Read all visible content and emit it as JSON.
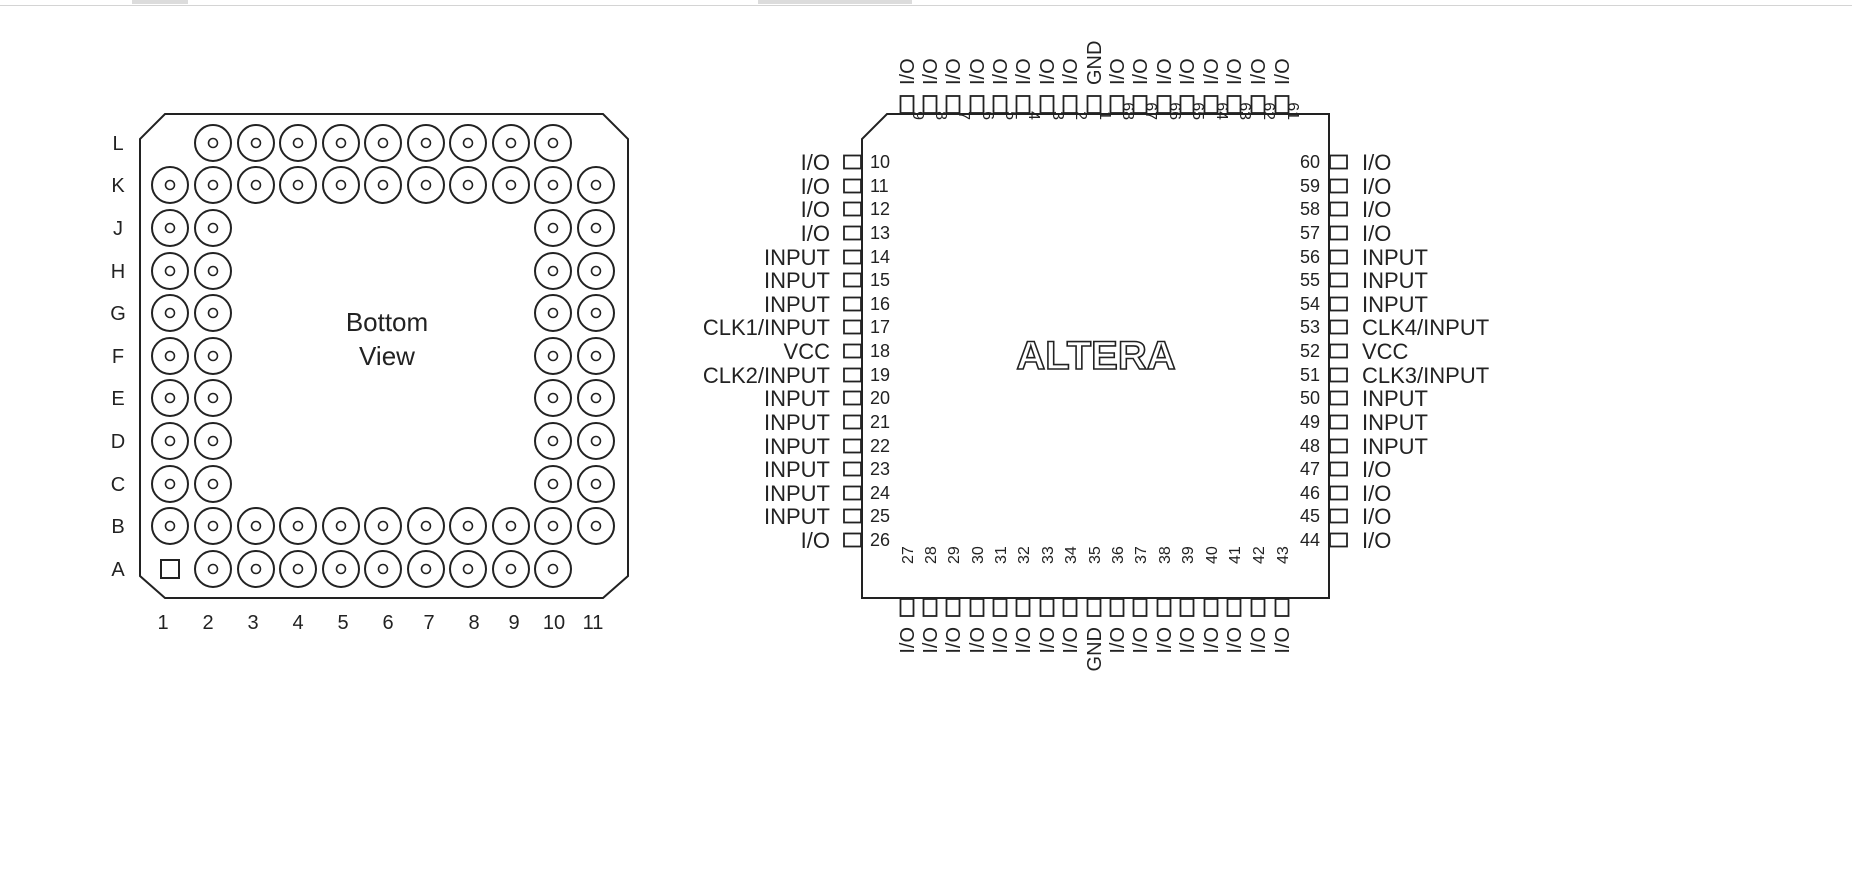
{
  "pga": {
    "center_label_line1": "Bottom",
    "center_label_line2": "View",
    "rows": [
      "L",
      "K",
      "J",
      "H",
      "G",
      "F",
      "E",
      "D",
      "C",
      "B",
      "A"
    ],
    "cols": [
      "1",
      "2",
      "3",
      "4",
      "5",
      "6",
      "7",
      "8",
      "9",
      "10",
      "11"
    ]
  },
  "plcc": {
    "logo_text": "ALTERA",
    "top": [
      [
        "9",
        "I/O"
      ],
      [
        "8",
        "I/O"
      ],
      [
        "7",
        "I/O"
      ],
      [
        "6",
        "I/O"
      ],
      [
        "5",
        "I/O"
      ],
      [
        "4",
        "I/O"
      ],
      [
        "3",
        "I/O"
      ],
      [
        "2",
        "I/O"
      ],
      [
        "1",
        "GND"
      ],
      [
        "68",
        "I/O"
      ],
      [
        "67",
        "I/O"
      ],
      [
        "66",
        "I/O"
      ],
      [
        "65",
        "I/O"
      ],
      [
        "64",
        "I/O"
      ],
      [
        "63",
        "I/O"
      ],
      [
        "62",
        "I/O"
      ],
      [
        "61",
        "I/O"
      ]
    ],
    "left": [
      [
        "10",
        "I/O"
      ],
      [
        "11",
        "I/O"
      ],
      [
        "12",
        "I/O"
      ],
      [
        "13",
        "I/O"
      ],
      [
        "14",
        "INPUT"
      ],
      [
        "15",
        "INPUT"
      ],
      [
        "16",
        "INPUT"
      ],
      [
        "17",
        "CLK1/INPUT"
      ],
      [
        "18",
        "VCC"
      ],
      [
        "19",
        "CLK2/INPUT"
      ],
      [
        "20",
        "INPUT"
      ],
      [
        "21",
        "INPUT"
      ],
      [
        "22",
        "INPUT"
      ],
      [
        "23",
        "INPUT"
      ],
      [
        "24",
        "INPUT"
      ],
      [
        "25",
        "INPUT"
      ],
      [
        "26",
        "I/O"
      ]
    ],
    "right": [
      [
        "60",
        "I/O"
      ],
      [
        "59",
        "I/O"
      ],
      [
        "58",
        "I/O"
      ],
      [
        "57",
        "I/O"
      ],
      [
        "56",
        "INPUT"
      ],
      [
        "55",
        "INPUT"
      ],
      [
        "54",
        "INPUT"
      ],
      [
        "53",
        "CLK4/INPUT"
      ],
      [
        "52",
        "VCC"
      ],
      [
        "51",
        "CLK3/INPUT"
      ],
      [
        "50",
        "INPUT"
      ],
      [
        "49",
        "INPUT"
      ],
      [
        "48",
        "INPUT"
      ],
      [
        "47",
        "I/O"
      ],
      [
        "46",
        "I/O"
      ],
      [
        "45",
        "I/O"
      ],
      [
        "44",
        "I/O"
      ]
    ],
    "bottom": [
      [
        "27",
        "I/O"
      ],
      [
        "28",
        "I/O"
      ],
      [
        "29",
        "I/O"
      ],
      [
        "30",
        "I/O"
      ],
      [
        "31",
        "I/O"
      ],
      [
        "32",
        "I/O"
      ],
      [
        "33",
        "I/O"
      ],
      [
        "34",
        "I/O"
      ],
      [
        "35",
        "GND"
      ],
      [
        "36",
        "I/O"
      ],
      [
        "37",
        "I/O"
      ],
      [
        "38",
        "I/O"
      ],
      [
        "39",
        "I/O"
      ],
      [
        "40",
        "I/O"
      ],
      [
        "41",
        "I/O"
      ],
      [
        "42",
        "I/O"
      ],
      [
        "43",
        "I/O"
      ]
    ]
  }
}
